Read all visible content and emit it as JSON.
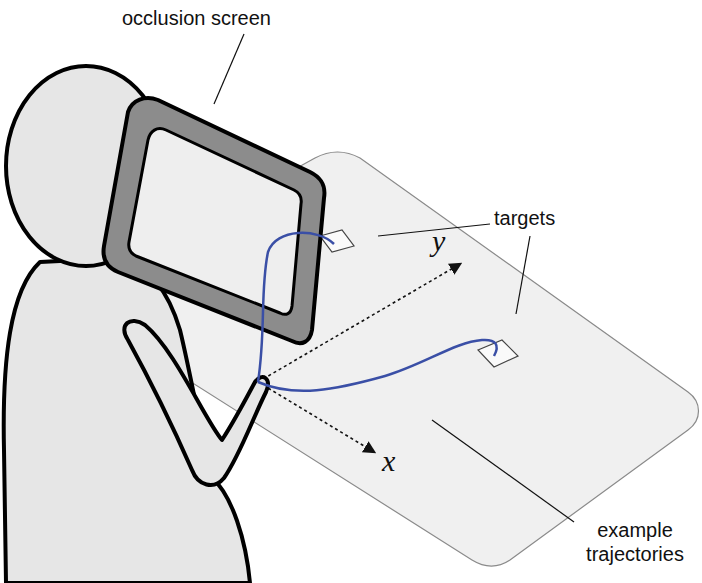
{
  "diagram": {
    "labels": [
      "occlusion screen",
      "targets",
      "y",
      "x",
      "example trajectories"
    ]
  }
}
